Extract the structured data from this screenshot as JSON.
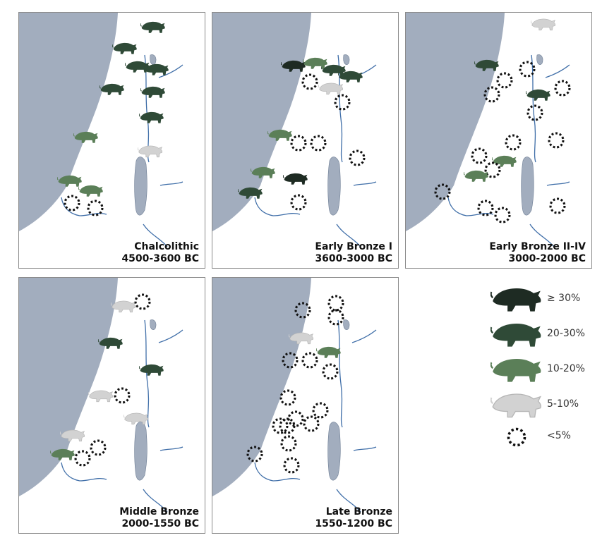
{
  "colors": {
    "sea": "#a2adbe",
    "river": "#3f6ea8",
    "cat_30": "#1e2b23",
    "cat_20_30": "#2f4a37",
    "cat_10_20": "#5b7f58",
    "cat_5_10": "#d2d2d2",
    "cat_lt5": "#111111"
  },
  "icons": {
    "boar": "boar-silhouette-icon",
    "absent": "dotted-circle-icon"
  },
  "legend": [
    {
      "key": "cat_30",
      "label": "≥ 30%"
    },
    {
      "key": "cat_20_30",
      "label": "20-30%"
    },
    {
      "key": "cat_10_20",
      "label": "10-20%"
    },
    {
      "key": "cat_5_10",
      "label": "5-10%"
    },
    {
      "key": "cat_lt5",
      "label": "<5%"
    }
  ],
  "panels": [
    {
      "period": "Chalcolithic",
      "dates": "4500-3600 BC",
      "sites": [
        "cat_20_30",
        "cat_20_30",
        "cat_20_30",
        "cat_20_30",
        "cat_20_30",
        "cat_20_30",
        "cat_20_30",
        "cat_10_20",
        "cat_5_10",
        "cat_10_20",
        "cat_10_20",
        "cat_lt5",
        "cat_lt5"
      ]
    },
    {
      "period": "Early Bronze I",
      "dates": "3600-3000 BC",
      "sites": [
        "cat_30",
        "cat_10_20",
        "cat_20_30",
        "cat_20_30",
        "cat_lt5",
        "cat_5_10",
        "cat_lt5",
        "cat_10_20",
        "cat_lt5",
        "cat_lt5",
        "cat_lt5",
        "cat_10_20",
        "cat_30",
        "cat_20_30",
        "cat_lt5"
      ]
    },
    {
      "period": "Early Bronze II-IV",
      "dates": "3000-2000 BC",
      "sites": [
        "cat_5_10",
        "cat_20_30",
        "cat_lt5",
        "cat_lt5",
        "cat_lt5",
        "cat_20_30",
        "cat_lt5",
        "cat_lt5",
        "cat_lt5",
        "cat_lt5",
        "cat_lt5",
        "cat_10_20",
        "cat_lt5",
        "cat_10_20",
        "cat_lt5",
        "cat_lt5",
        "cat_lt5",
        "cat_lt5"
      ]
    },
    {
      "period": "Middle Bronze",
      "dates": "2000-1550 BC",
      "sites": [
        "cat_5_10",
        "cat_lt5",
        "cat_20_30",
        "cat_20_30",
        "cat_5_10",
        "cat_lt5",
        "cat_5_10",
        "cat_5_10",
        "cat_10_20",
        "cat_lt5",
        "cat_lt5"
      ]
    },
    {
      "period": "Late Bronze",
      "dates": "1550-1200 BC",
      "sites": [
        "cat_lt5",
        "cat_lt5",
        "cat_lt5",
        "cat_5_10",
        "cat_10_20",
        "cat_lt5",
        "cat_lt5",
        "cat_lt5",
        "cat_lt5",
        "cat_lt5",
        "cat_lt5",
        "cat_lt5",
        "cat_lt5",
        "cat_lt5",
        "cat_lt5",
        "cat_lt5",
        "cat_lt5"
      ]
    }
  ]
}
